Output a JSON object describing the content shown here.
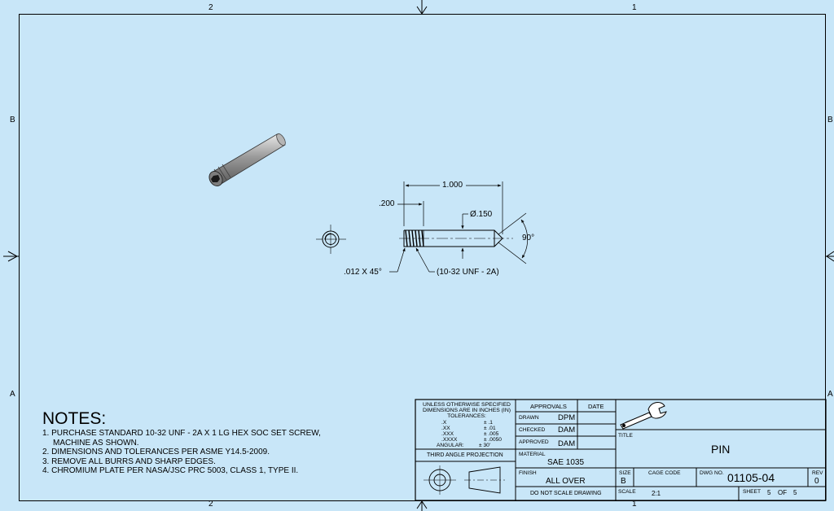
{
  "zones": {
    "top": [
      "2",
      "1"
    ],
    "bottom": [
      "2",
      "1"
    ],
    "left": [
      "B",
      "A"
    ],
    "right": [
      "B",
      "A"
    ]
  },
  "dimensions": {
    "length": "1.000",
    "thread_length": ".200",
    "diameter": "Ø.150",
    "angle": "90°",
    "chamfer": ".012 X 45°",
    "thread_callout": "(10-32 UNF - 2A)"
  },
  "notes": {
    "heading": "NOTES:",
    "items": [
      "1. PURCHASE STANDARD 10-32 UNF - 2A X 1 LG HEX SOC SET SCREW,",
      "    MACHINE AS SHOWN.",
      "2. DIMENSIONS AND TOLERANCES PER ASME Y14.5-2009.",
      "3. REMOVE ALL BURRS AND SHARP EDGES.",
      "4. CHROMIUM PLATE PER NASA/JSC PRC 5003, CLASS 1, TYPE II."
    ]
  },
  "title_block": {
    "tolerance_header": [
      "UNLESS OTHERWISE SPECIFIED",
      "DIMENSIONS ARE IN INCHES (IN)",
      "TOLERANCES:"
    ],
    "tolerances": [
      {
        "label": ".X",
        "value": "± .1"
      },
      {
        "label": ".XX",
        "value": "± .01"
      },
      {
        "label": ".XXX",
        "value": "± .005"
      },
      {
        "label": ".XXXX",
        "value": "± .0050"
      },
      {
        "label": "ANGULAR:",
        "value": "± 30'"
      }
    ],
    "projection": "THIRD ANGLE PROJECTION",
    "approvals_label": "APPROVALS",
    "date_label": "DATE",
    "drawn_label": "DRAWN",
    "drawn_value": "DPM",
    "checked_label": "CHECKED",
    "checked_value": "DAM",
    "approved_label": "APPROVED",
    "approved_value": "DAM",
    "material_label": "MATERIAL",
    "material_value": "SAE 1035",
    "finish_label": "FINISH",
    "finish_value": "ALL OVER",
    "no_scale": "DO NOT SCALE DRAWING",
    "title_label": "TITLE",
    "title_value": "PIN",
    "size_label": "SIZE",
    "size_value": "B",
    "cage_label": "CAGE CODE",
    "dwg_label": "DWG NO.",
    "dwg_value": "01105-04",
    "rev_label": "REV",
    "rev_value": "0",
    "scale_label": "SCALE",
    "scale_value": "2:1",
    "sheet_label": "SHEET",
    "sheet_num": "5",
    "sheet_of": "OF",
    "sheet_total": "5"
  }
}
